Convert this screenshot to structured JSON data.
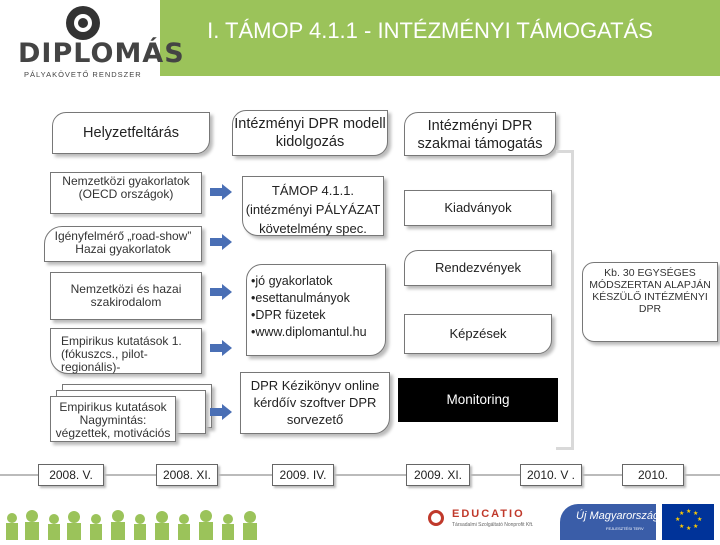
{
  "header": {
    "title": "I. TÁMOP 4.1.1 - INTÉZMÉNYI TÁMOGATÁS",
    "logo_name": "DIPLOMÁS",
    "logo_sub": "PÁLYAKÖVETŐ RENDSZER"
  },
  "columns": {
    "col1": {
      "title": "Helyzetfeltárás",
      "items": [
        "Nemzetközi gyakorlatok (OECD országok)",
        "Igényfelmérő „road-show” Hazai gyakorlatok",
        "Nemzetközi és hazai szakirodalom",
        "Empirikus kutatások 1. (fókuszcs., pilot-regionális)-",
        "Empirikus kutatások Nagymintás: végzettek, motivációs"
      ]
    },
    "col2": {
      "title": "Intézményi DPR modell kidolgozás",
      "items": [
        "TÁMOP 4.1.1. (intézményi PÁLYÁZAT követelmény spec.",
        "•jó gyakorlatok •esettanulmányok •DPR füzetek •www.diplomantul.hu",
        "DPR Kézikönyv online kérdőív szoftver DPR sorvezető"
      ]
    },
    "col3": {
      "title": "Intézményi DPR szakmai támogatás",
      "items": [
        "Kiadványok",
        "Rendezvények",
        "Képzések",
        "Monitoring"
      ]
    },
    "col4": {
      "note": "Kb. 30 EGYSÉGES MÓDSZERTAN ALAPJÁN KÉSZÜLŐ INTÉZMÉNYI DPR"
    }
  },
  "timeline": [
    "2008. V.",
    "2008. XI.",
    "2009. IV.",
    "2009. XI.",
    "2010. V .",
    "2010."
  ],
  "footer": {
    "educatio": "EDUCATIO",
    "educatio_sub": "Társadalmi Szolgáltató Nonprofit Kft.",
    "uj_mo": "Új Magyarország",
    "uj_mo_sub": "FEJLESZTÉSI TERV"
  },
  "colors": {
    "accent": "#9bc35a",
    "arrow": "#4a6fb5"
  }
}
